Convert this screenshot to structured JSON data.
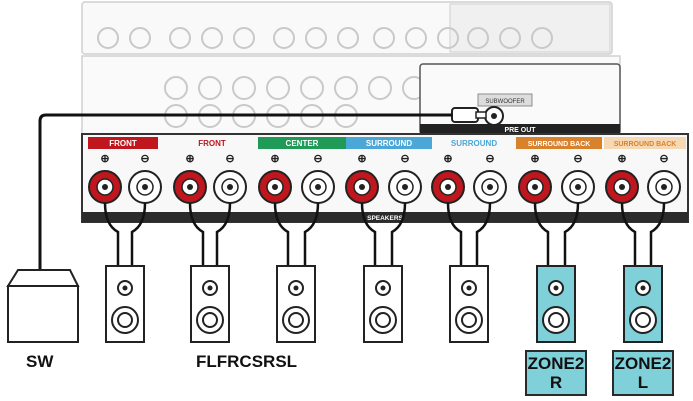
{
  "terminals": {
    "front": "FRONT",
    "front_r": "FRONT",
    "center": "CENTER",
    "surround": "SURROUND",
    "surround_r": "SURROUND",
    "surround_back": "SURROUND BACK",
    "surround_back_r": "SURROUND BACK",
    "plus": "⊕",
    "minus": "⊖",
    "speakers": "SPEAKERS",
    "pre_out": "PRE OUT",
    "subwoofer": "SUBWOOFER"
  },
  "outputs": {
    "sw": "SW",
    "front_group": "FLFRCSRSL",
    "zone2_r_line1": "ZONE2",
    "zone2_r_line2": "R",
    "zone2_l_line1": "ZONE2",
    "zone2_l_line2": "L"
  },
  "colors": {
    "front": "#c0161d",
    "center": "#1f9a57",
    "surround": "#4aa7d6",
    "surround_back": "#d9822b",
    "zone_speaker": "#7fd0d9",
    "panel_bg": "#f4f4f4",
    "terminal_strip": "#2b2b2b"
  }
}
